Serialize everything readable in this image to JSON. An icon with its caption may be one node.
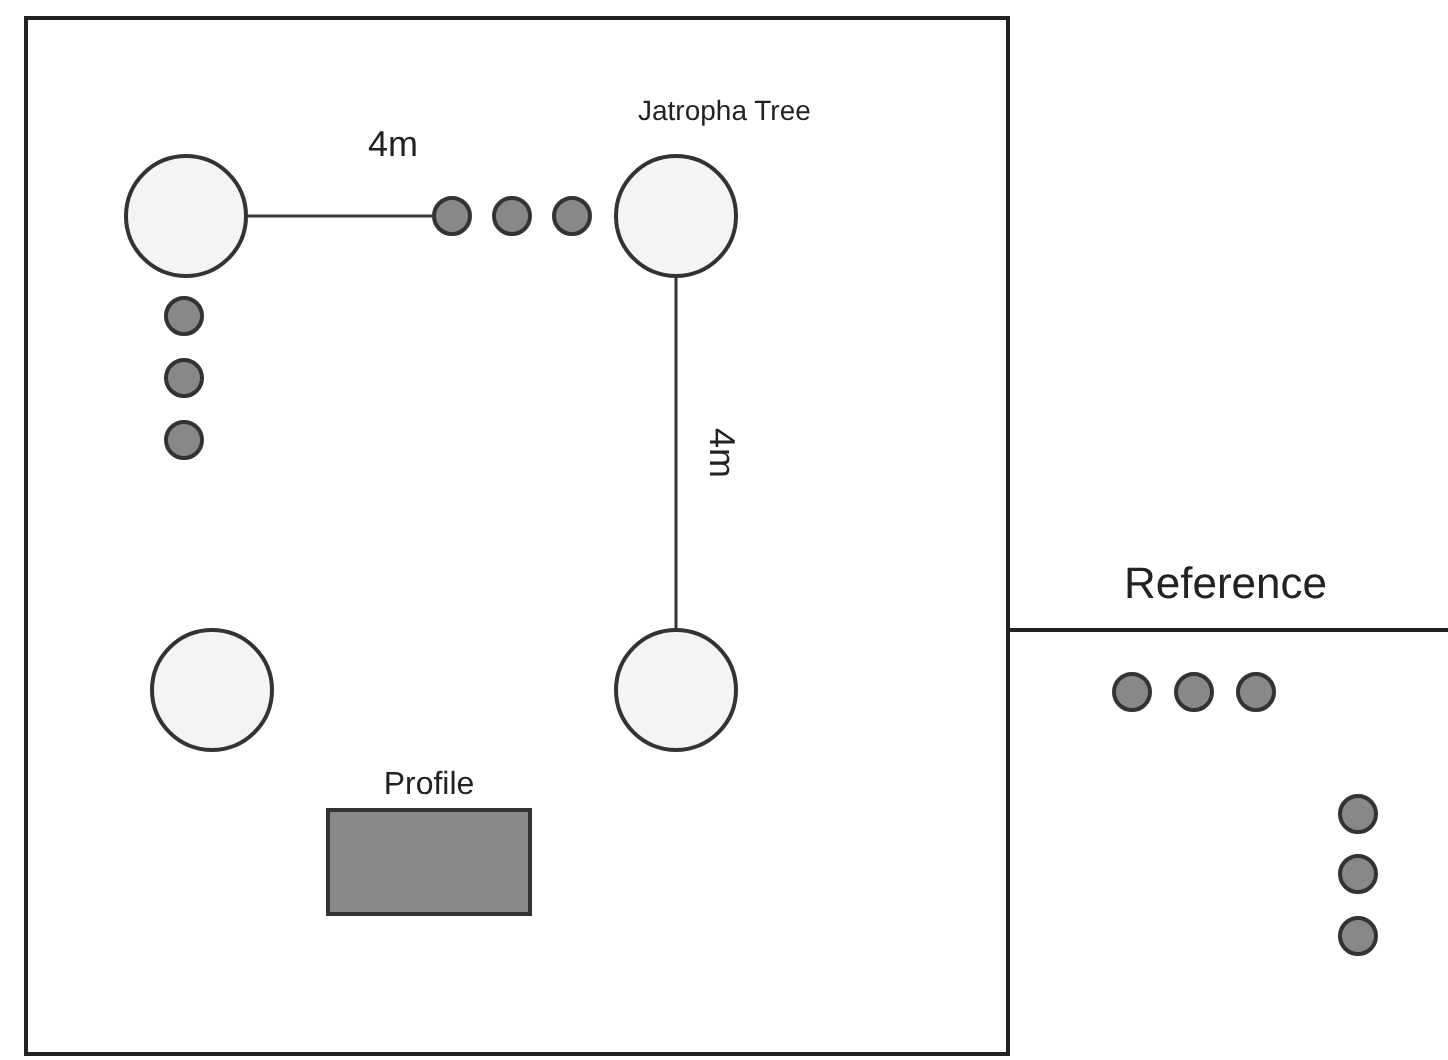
{
  "diagram": {
    "nodes": [
      {
        "text": [],
        "shape": "box"
      },
      {
        "text": [],
        "shape": "circle",
        "in": 0
      },
      {
        "text": [],
        "shape": "circle",
        "in": 0
      },
      {
        "text": [],
        "shape": "circle",
        "in": 0
      },
      {
        "text": [],
        "shape": "circle",
        "in": 0
      },
      {
        "text": [],
        "shape": "circle",
        "in": 0,
        "beside": [
          "Jatropha Tree"
        ]
      },
      {
        "text": [],
        "shape": "circle",
        "in": 0
      },
      {
        "text": [],
        "shape": "circle",
        "in": 0
      },
      {
        "text": [],
        "shape": "circle",
        "in": 0
      },
      {
        "text": [],
        "shape": "circle",
        "in": 0
      },
      {
        "text": [],
        "shape": "circle",
        "in": 0
      },
      {
        "text": [
          "Profile"
        ],
        "in": 0
      },
      {
        "text": [],
        "shape": "circle"
      },
      {
        "text": [],
        "shape": "circle"
      },
      {
        "text": [],
        "shape": "circle"
      },
      {
        "text": [],
        "shape": "circle"
      },
      {
        "text": [],
        "shape": "circle"
      },
      {
        "text": [],
        "shape": "circle"
      }
    ],
    "edges": [
      {
        "from": 1,
        "to": 2,
        "arrow": "none",
        "label": "4m"
      },
      {
        "from": 5,
        "to": 10,
        "arrow": "none",
        "label": "4m"
      }
    ],
    "labels": [
      "Reference"
    ]
  }
}
